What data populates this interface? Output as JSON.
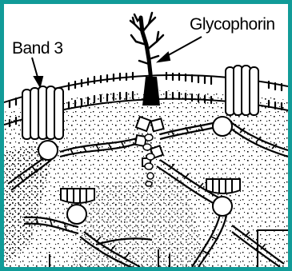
{
  "diagram": {
    "labels": {
      "band3": "Band 3",
      "glycophorin": "Glycophorin"
    },
    "colors": {
      "border": "#119b98",
      "ink": "#000000",
      "background": "#ffffff"
    },
    "components": [
      "lipid-bilayer",
      "band3-protein",
      "glycophorin",
      "ankyrin",
      "spectrin-filament",
      "actin-junction"
    ]
  }
}
